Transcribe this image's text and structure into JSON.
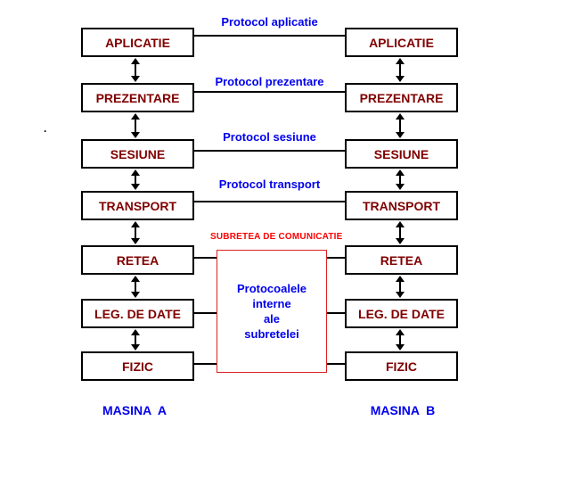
{
  "colors": {
    "background": "#ffffff",
    "layer_box_border": "#000000",
    "layer_text": "#800000",
    "protocol_text": "#0000ee",
    "subnet_title_text": "#ff0000",
    "subnet_box_border": "#dd2222",
    "machine_label_text": "#0000ee",
    "connector": "#000000"
  },
  "machine_a": {
    "label": "MASINA  A",
    "layers": [
      "APLICATIE",
      "PREZENTARE",
      "SESIUNE",
      "TRANSPORT",
      "RETEA",
      "LEG. DE DATE",
      "FIZIC"
    ]
  },
  "machine_b": {
    "label": "MASINA  B",
    "layers": [
      "APLICATIE",
      "PREZENTARE",
      "SESIUNE",
      "TRANSPORT",
      "RETEA",
      "LEG. DE DATE",
      "FIZIC"
    ]
  },
  "protocols": [
    "Protocol aplicatie",
    "Protocol prezentare",
    "Protocol sesiune",
    "Protocol transport"
  ],
  "subnet": {
    "title": "SUBRETEA DE COMUNICATIE",
    "lines": [
      "Protocoalele",
      "interne",
      "ale",
      "subretelei"
    ]
  },
  "stray_dot": "."
}
